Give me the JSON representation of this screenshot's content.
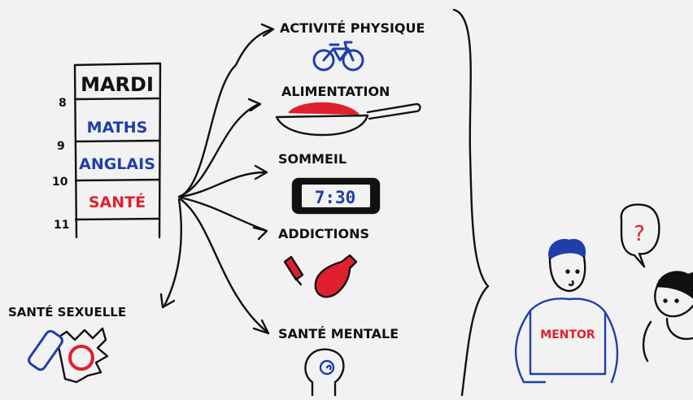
{
  "schedule": {
    "day": "MARDI",
    "hours": [
      "8",
      "9",
      "10",
      "11"
    ],
    "subjects": [
      "MATHS",
      "ANGLAIS",
      "SANTÉ"
    ]
  },
  "topics": {
    "activite": "ACTIVITÉ PHYSIQUE",
    "alimentation": "ALIMENTATION",
    "sommeil": "SOMMEIL",
    "clock": "7:30",
    "addictions": "ADDICTIONS",
    "mentale": "SANTÉ MENTALE",
    "sexuelle": "SANTÉ SEXUELLE"
  },
  "people": {
    "mentor_shirt": "MENTOR",
    "question": "?"
  },
  "colors": {
    "ink": "#111111",
    "blue": "#1f3fa8",
    "red": "#e0202e",
    "background": "#f2f2f2"
  }
}
